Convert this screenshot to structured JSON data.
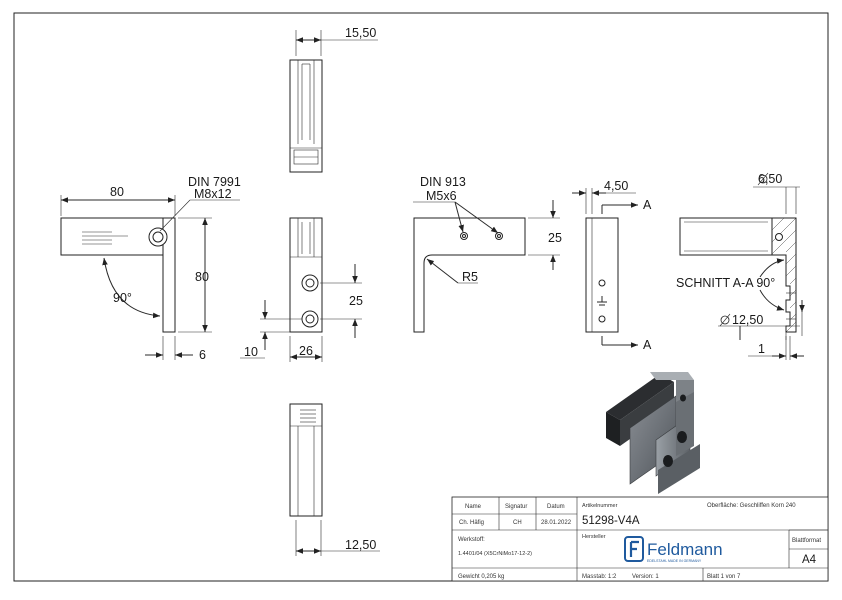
{
  "dimensions": {
    "top_width": "15,50",
    "side_width": "80",
    "side_height": "80",
    "side_thickness": "6",
    "angle_side": "90°",
    "front_hole_spacing": "25",
    "front_edge": "10",
    "front_width": "26",
    "bottom_width": "12,50",
    "profile_height": "25",
    "profile_radius": "R5",
    "rear_width": "4,50",
    "section_dia_top": "6,50",
    "section_dia_bottom": "12,50",
    "section_small": "1"
  },
  "callouts": {
    "din_7991_title": "DIN 7991",
    "din_7991_size": "M8x12",
    "din_913_title": "DIN 913",
    "din_913_size": "M5x6",
    "section_marker_top": "A",
    "section_marker_bottom": "A",
    "section_label": "SCHNITT A-A 90°"
  },
  "title_block": {
    "col_name": "Name",
    "col_signatur": "Signatur",
    "col_datum": "Datum",
    "row_name": "Ch. Häfig",
    "row_signatur": "CH",
    "row_datum": "28.01.2022",
    "werkstoff_label": "Werkstoff:",
    "werkstoff_value": "1.4401/04 (X5CrNiMo17-12-2)",
    "gewicht": "Gewicht 0,205 kg",
    "artikel_label": "Artikelnummer",
    "artikel_value": "51298-V4A",
    "oberflaeche": "Oberfläche:  Geschliffen Korn 240",
    "hersteller_label": "Hersteller",
    "brand_name": "Feldmann",
    "brand_tagline": "EDELSTAHL MADE IN GERMANY",
    "blattformat_label": "Blattformat",
    "blattformat_value": "A4",
    "massstab": "Masstab: 1:2",
    "version": "Version: 1",
    "blatt": "Blatt 1 von 7"
  }
}
